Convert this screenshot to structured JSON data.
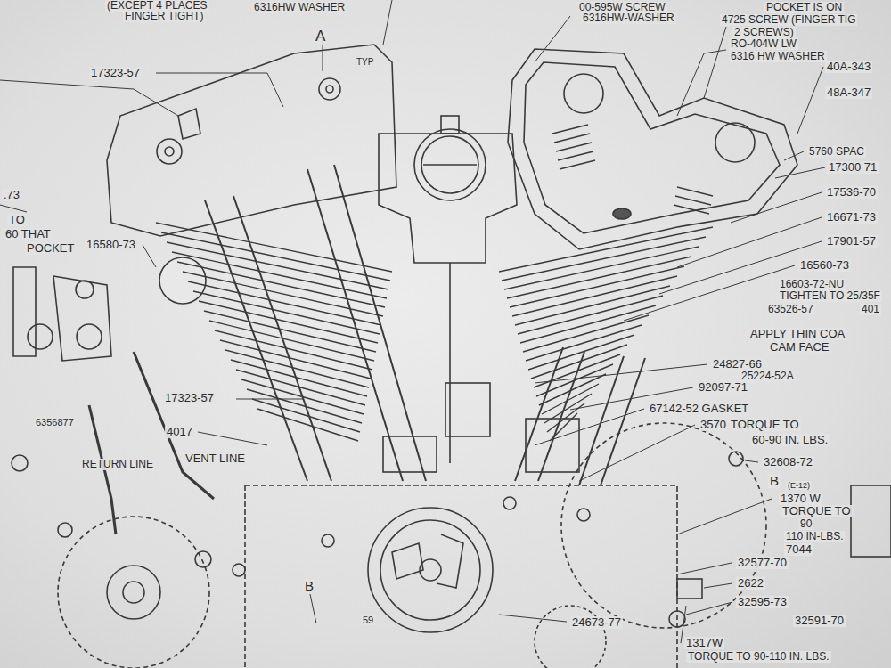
{
  "diagram": {
    "labels": [
      "(EXCEPT 4 PLACES",
      "FINGER TIGHT)",
      "6316HW WASHER",
      "A",
      "17323-57",
      "TYP",
      "00-595W SCREW",
      "6316HW-WASHER",
      "4725 SCREW (FINGER TIG",
      "2 SCREWS)",
      "POCKET IS ON",
      "RO-404W LW",
      "6316 HW WASHER",
      "40A-343",
      "48A-347",
      "5760 SPAC",
      "17300 71",
      "17536-70",
      "16671-73",
      "17901-57",
      "16560-73",
      "16603-72-NU",
      "TIGHTEN TO 25/35F",
      "63526-57",
      "401",
      "APPLY THIN COA",
      "CAM FACE",
      "24827-66",
      "25224-52A",
      "92097-71",
      "67142-52 GASKET",
      "3570",
      "TORQUE TO",
      "60-90 IN. LBS.",
      "32608-72",
      "B",
      "(E-12)",
      "1370 W",
      "TORQUE TO",
      "90",
      "110 IN-LBS.",
      "7044",
      "32577-70",
      "2622",
      "32595-73",
      "32591-70",
      "1317W",
      "TORQUE TO 90-110 IN. LBS.",
      "24673-77",
      "B",
      "59",
      "RETURN LINE",
      "VENT LINE",
      "4017",
      "17323-57",
      "16580-73",
      "6356877",
      ".73",
      "TO",
      "60 THAT",
      "POCKET"
    ]
  }
}
